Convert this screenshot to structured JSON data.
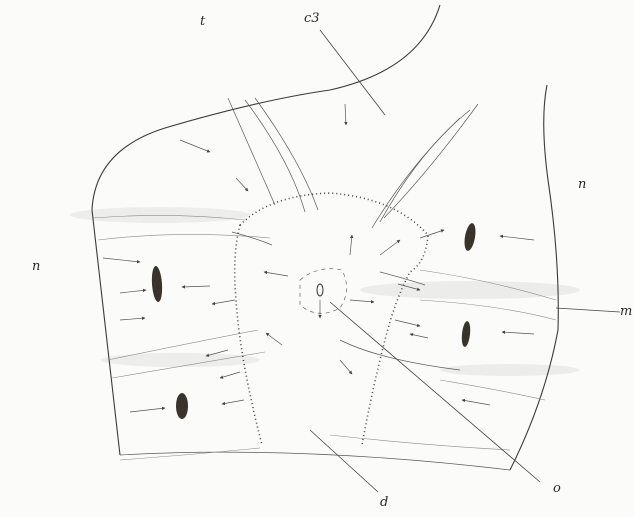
{
  "labels": {
    "t": "t",
    "c3": "c3",
    "n_left": "n",
    "n_right": "n",
    "m": "m",
    "o": "o",
    "d": "d"
  },
  "colors": {
    "ink": "#3a3a3a",
    "nucleus": "#3a332c",
    "paper": "#fbfcf9"
  }
}
